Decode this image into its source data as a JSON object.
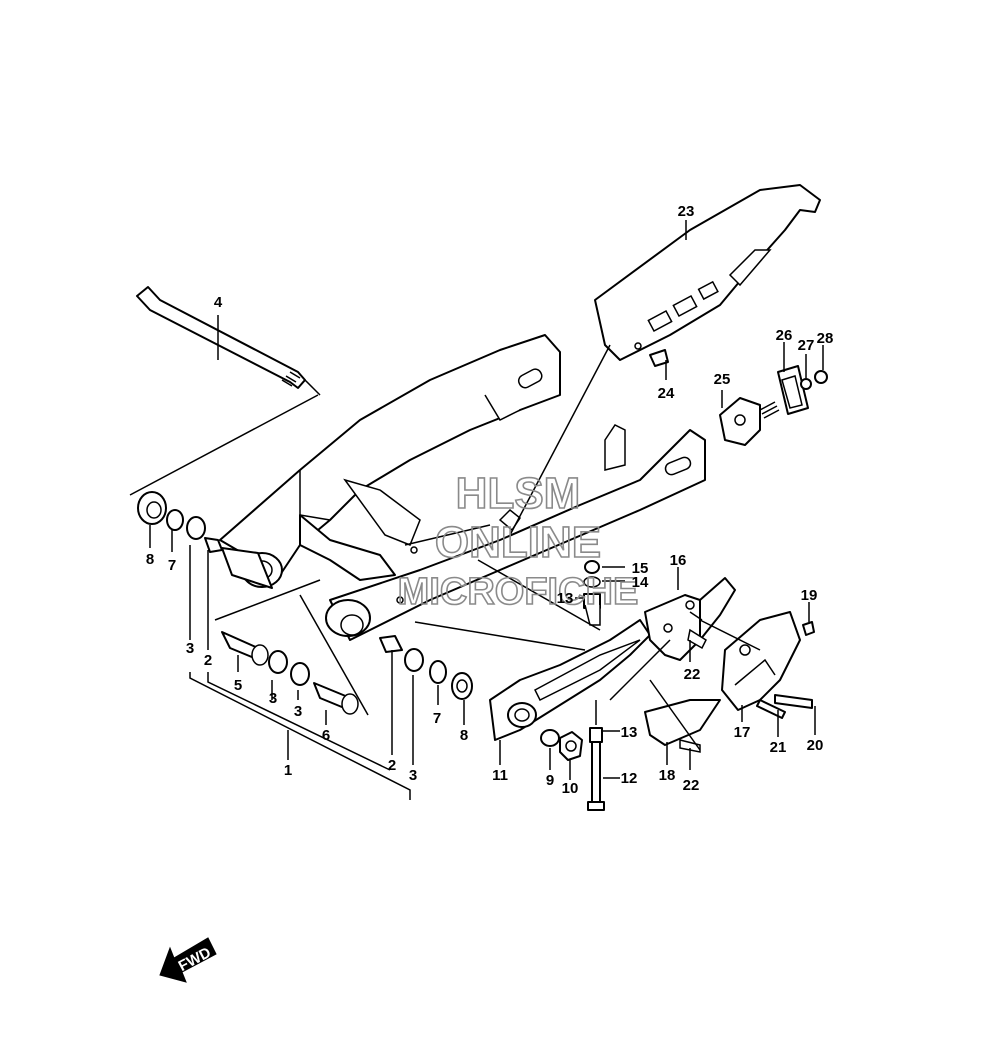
{
  "watermark": {
    "line1": "HLSM",
    "line2": "ONLINE",
    "line3": "MICROFICHE"
  },
  "fwd_label": "FWD",
  "callouts": {
    "p1": "1",
    "p2a": "2",
    "p2b": "2",
    "p3a": "3",
    "p3b": "3",
    "p3c": "3",
    "p3d": "3",
    "p4": "4",
    "p5": "5",
    "p6": "6",
    "p7a": "7",
    "p7b": "7",
    "p8a": "8",
    "p8b": "8",
    "p9": "9",
    "p10": "10",
    "p11": "11",
    "p12": "12",
    "p13a": "13",
    "p13b": "13",
    "p14": "14",
    "p15": "15",
    "p16": "16",
    "p17": "17",
    "p18": "18",
    "p19": "19",
    "p20": "20",
    "p21": "21",
    "p22a": "22",
    "p22b": "22",
    "p23": "23",
    "p24": "24",
    "p25": "25",
    "p26": "26",
    "p27": "27",
    "p28": "28"
  }
}
